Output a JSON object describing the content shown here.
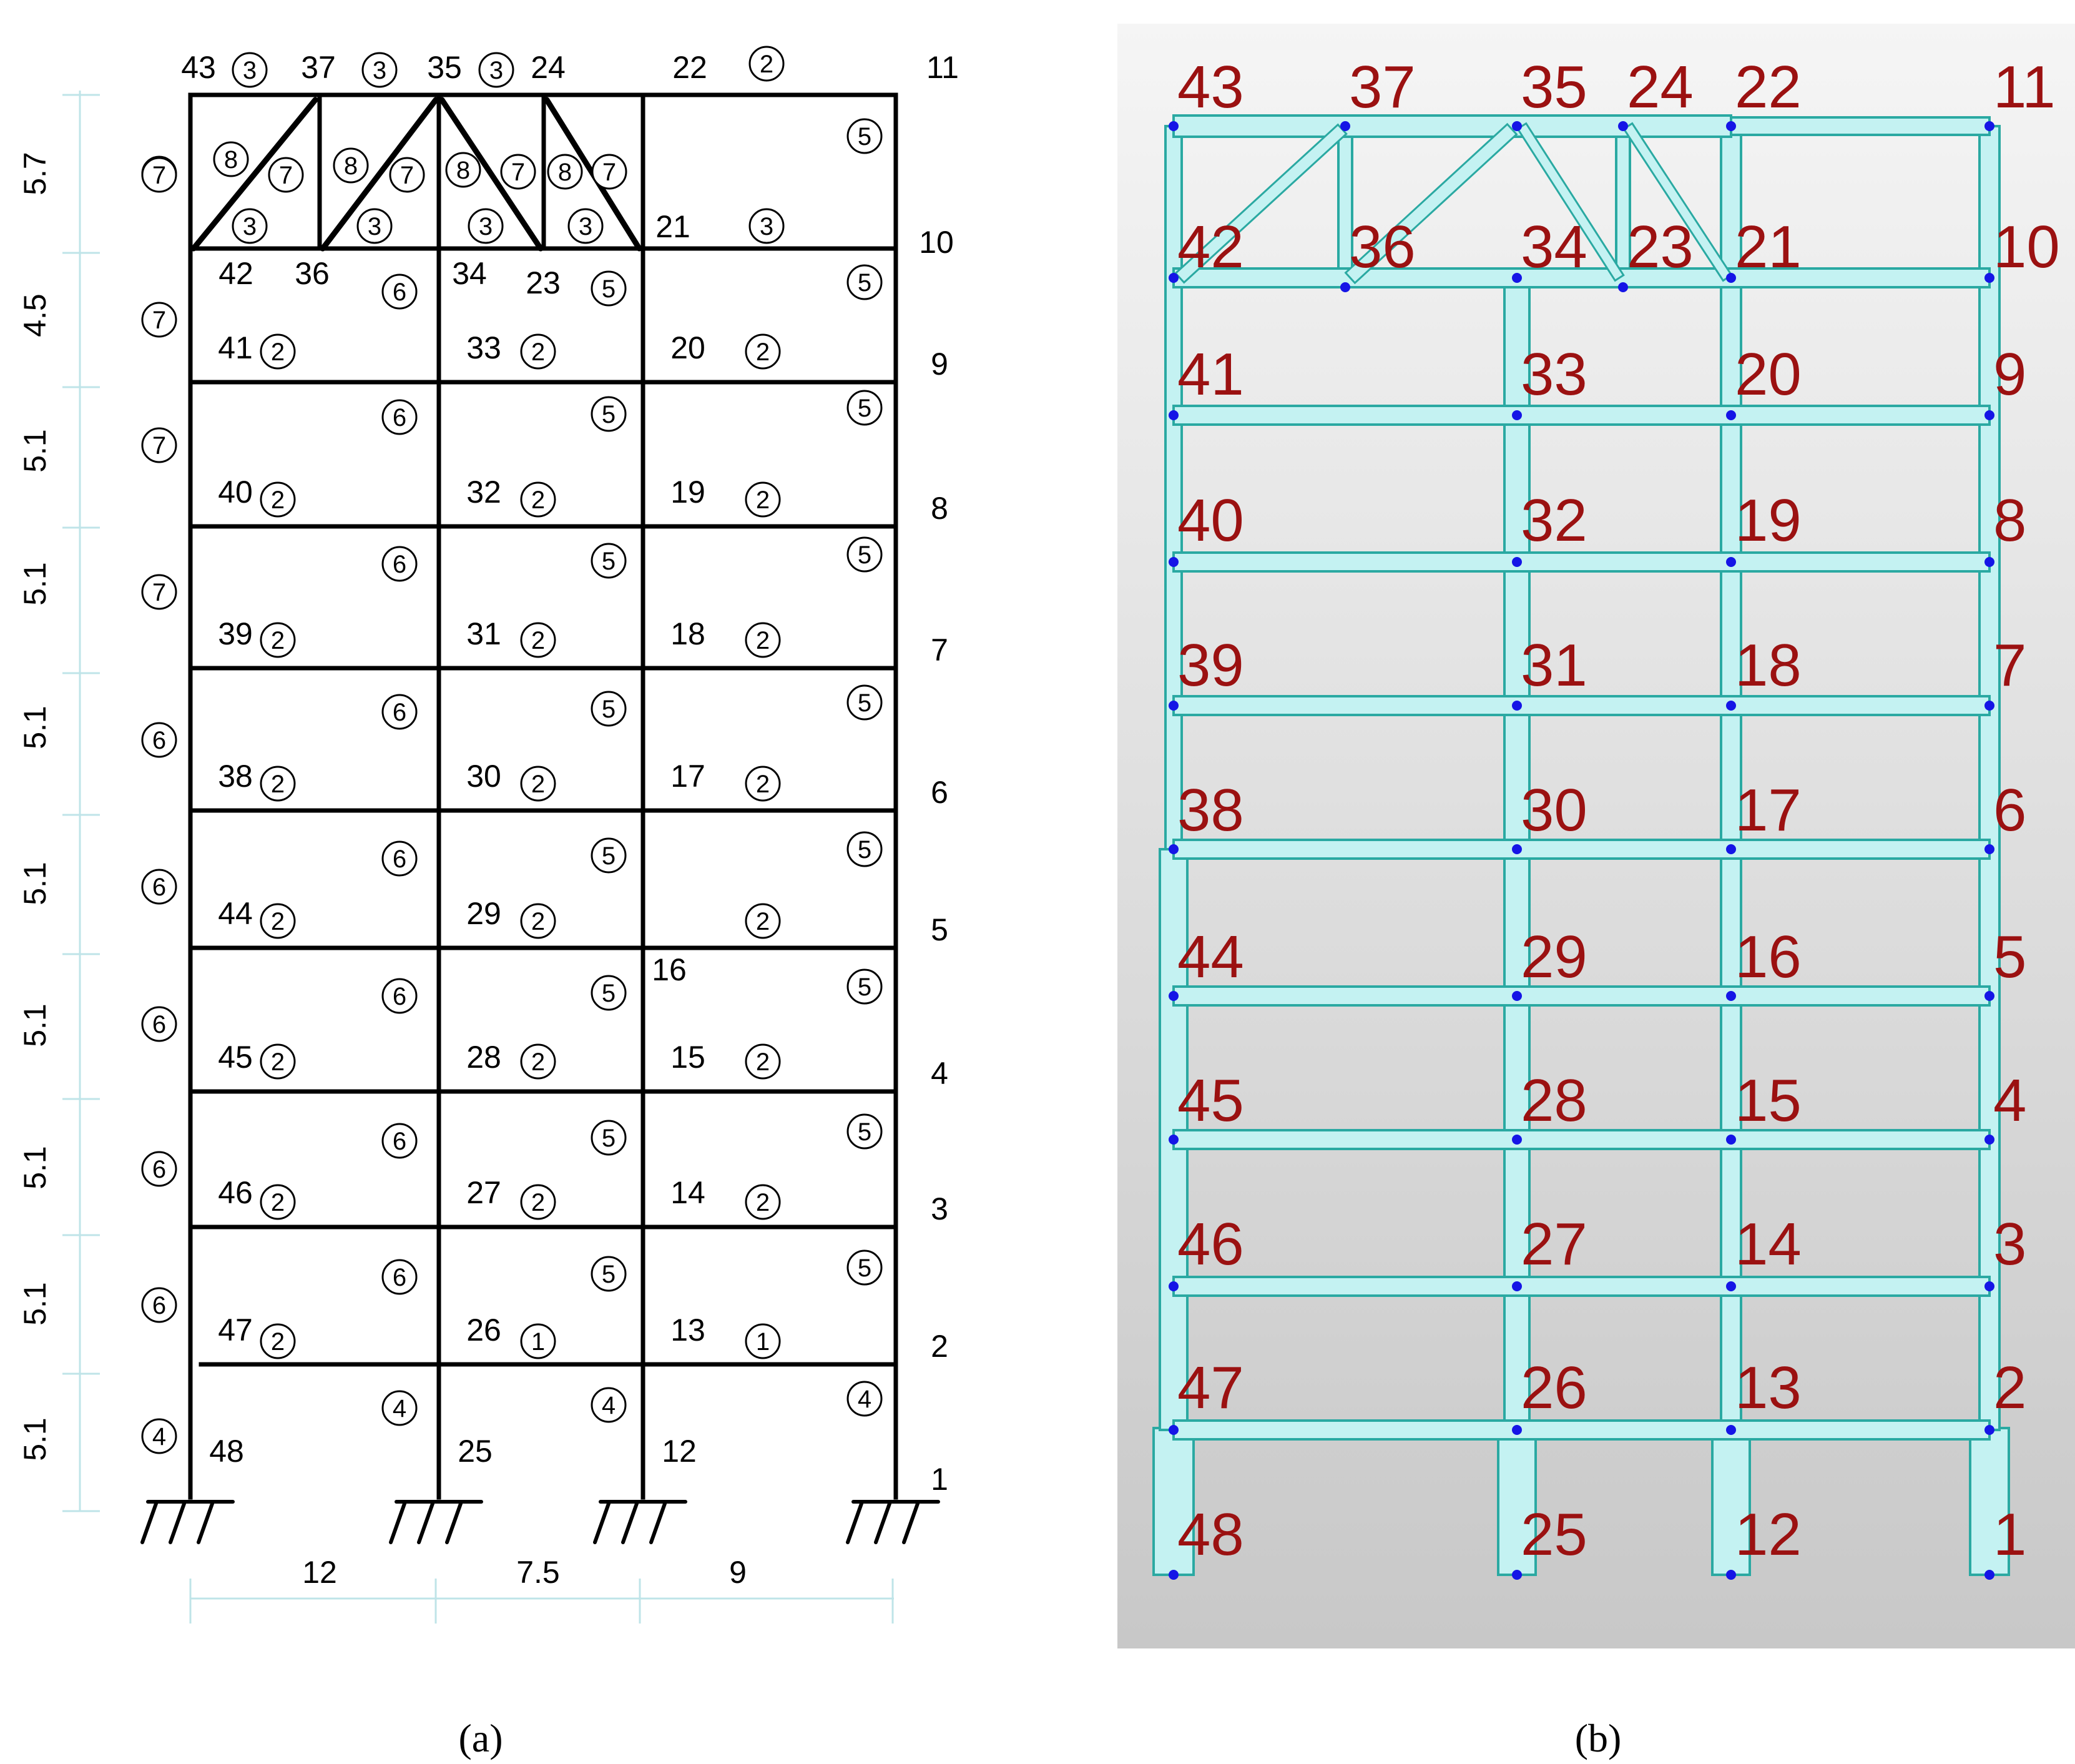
{
  "figure": {
    "panel_a_label": "(a)",
    "panel_b_label": "(b)"
  },
  "panel_a": {
    "dim_left": [
      "5.7",
      "4.5",
      "5.1",
      "5.1",
      "5.1",
      "5.1",
      "5.1",
      "5.1",
      "5.1",
      "5.1"
    ],
    "dim_bottom": [
      "12",
      "7.5",
      "9"
    ],
    "nodes": [
      {
        "id": "1",
        "col": "R",
        "lvl": 0
      },
      {
        "id": "2",
        "col": "R",
        "lvl": 1
      },
      {
        "id": "3",
        "col": "R",
        "lvl": 2
      },
      {
        "id": "4",
        "col": "R",
        "lvl": 3
      },
      {
        "id": "5",
        "col": "R",
        "lvl": 4
      },
      {
        "id": "6",
        "col": "R",
        "lvl": 5
      },
      {
        "id": "7",
        "col": "R",
        "lvl": 6
      },
      {
        "id": "8",
        "col": "R",
        "lvl": 7
      },
      {
        "id": "9",
        "col": "R",
        "lvl": 8
      },
      {
        "id": "10",
        "col": "R",
        "lvl": 9
      },
      {
        "id": "11",
        "col": "R",
        "lvl": 10
      },
      {
        "id": "12",
        "col": "C",
        "lvl": 0
      },
      {
        "id": "13",
        "col": "C",
        "lvl": 1
      },
      {
        "id": "14",
        "col": "C",
        "lvl": 2
      },
      {
        "id": "15",
        "col": "C",
        "lvl": 3
      },
      {
        "id": "16",
        "col": "C",
        "lvl": 4
      },
      {
        "id": "17",
        "col": "C",
        "lvl": 5
      },
      {
        "id": "18",
        "col": "C",
        "lvl": 6
      },
      {
        "id": "19",
        "col": "C",
        "lvl": 7
      },
      {
        "id": "20",
        "col": "C",
        "lvl": 8
      },
      {
        "id": "21",
        "col": "C",
        "lvl": 9
      },
      {
        "id": "22",
        "col": "C",
        "lvl": 10
      },
      {
        "id": "23",
        "col": "D",
        "lvl": 9
      },
      {
        "id": "24",
        "col": "D",
        "lvl": 10
      },
      {
        "id": "25",
        "col": "B",
        "lvl": 0
      },
      {
        "id": "26",
        "col": "B",
        "lvl": 1
      },
      {
        "id": "27",
        "col": "B",
        "lvl": 2
      },
      {
        "id": "28",
        "col": "B",
        "lvl": 3
      },
      {
        "id": "29",
        "col": "B",
        "lvl": 4
      },
      {
        "id": "30",
        "col": "B",
        "lvl": 5
      },
      {
        "id": "31",
        "col": "B",
        "lvl": 6
      },
      {
        "id": "32",
        "col": "B",
        "lvl": 7
      },
      {
        "id": "33",
        "col": "B",
        "lvl": 8
      },
      {
        "id": "34",
        "col": "B",
        "lvl": 9
      },
      {
        "id": "35",
        "col": "B",
        "lvl": 10
      },
      {
        "id": "36",
        "col": "E",
        "lvl": 9
      },
      {
        "id": "37",
        "col": "E",
        "lvl": 10
      },
      {
        "id": "38",
        "col": "A",
        "lvl": 5
      },
      {
        "id": "39",
        "col": "A",
        "lvl": 6
      },
      {
        "id": "40",
        "col": "A",
        "lvl": 7
      },
      {
        "id": "41",
        "col": "A",
        "lvl": 8
      },
      {
        "id": "42",
        "col": "A",
        "lvl": 9
      },
      {
        "id": "43",
        "col": "A",
        "lvl": 10
      },
      {
        "id": "44",
        "col": "A",
        "lvl": 4
      },
      {
        "id": "45",
        "col": "A",
        "lvl": 3
      },
      {
        "id": "46",
        "col": "A",
        "lvl": 2
      },
      {
        "id": "47",
        "col": "A",
        "lvl": 1
      },
      {
        "id": "48",
        "col": "A",
        "lvl": 0
      }
    ],
    "section_column_left": [
      "4",
      "6",
      "6",
      "6",
      "6",
      "6",
      "7",
      "7",
      "7",
      "7",
      "7"
    ],
    "section_column_b": [
      "4",
      "6",
      "6",
      "6",
      "6",
      "6",
      "6",
      "6",
      "6"
    ],
    "section_column_c": [
      "4",
      "5",
      "5",
      "5",
      "5",
      "5",
      "5",
      "5",
      "5"
    ],
    "section_column_right": [
      "4",
      "5",
      "5",
      "5",
      "5",
      "5",
      "5",
      "5",
      "5",
      "5"
    ],
    "section_beam_span1": [
      "2",
      "2",
      "2",
      "2",
      "2",
      "2",
      "2",
      "2",
      "3",
      "3",
      "3"
    ],
    "section_beam_span2": [
      "1",
      "2",
      "2",
      "2",
      "2",
      "2",
      "2",
      "2",
      "3",
      "3",
      "3"
    ],
    "section_beam_span3": [
      "1",
      "2",
      "2",
      "2",
      "2",
      "2",
      "2",
      "2",
      "3",
      "2"
    ],
    "section_truss": [
      "8",
      "7",
      "8",
      "7",
      "8",
      "7",
      "8",
      "7"
    ]
  },
  "panel_b": {
    "node_labels": [
      "43",
      "37",
      "35",
      "24",
      "22",
      "11",
      "42",
      "36",
      "34",
      "23",
      "21",
      "10",
      "41",
      "33",
      "20",
      "9",
      "40",
      "32",
      "19",
      "8",
      "39",
      "31",
      "18",
      "7",
      "38",
      "30",
      "17",
      "6",
      "44",
      "29",
      "16",
      "5",
      "45",
      "28",
      "15",
      "4",
      "46",
      "27",
      "14",
      "3",
      "47",
      "26",
      "13",
      "2",
      "48",
      "25",
      "12",
      "1"
    ],
    "colors": {
      "member_fill": "#c4f2f2",
      "member_stroke": "#2aa9a2",
      "node": "#1515e6",
      "label": "#9b1111",
      "bg_top": "#f5f5f5",
      "bg_bottom": "#c8c8c8"
    }
  }
}
